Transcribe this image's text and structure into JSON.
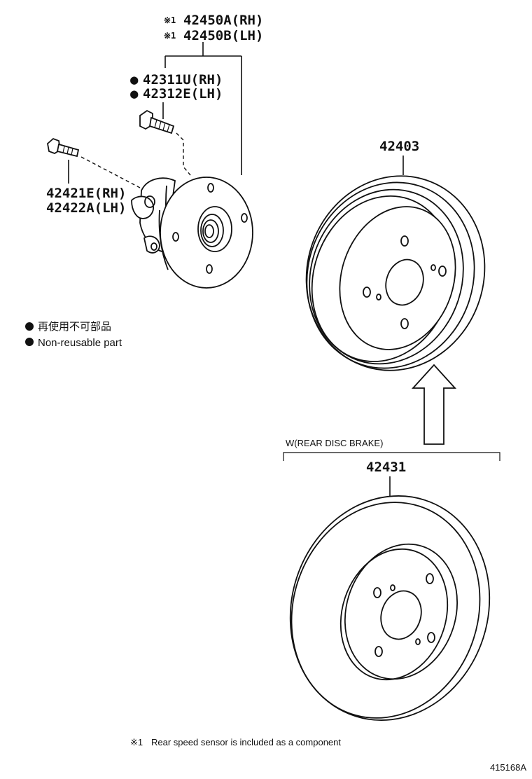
{
  "callouts": {
    "sensor_mark_1": "※1",
    "sensor_mark_2": "※1",
    "hub_rh": "42450A(RH)",
    "hub_lh": "42450B(LH)",
    "bolt_mark_1": "●",
    "bolt_mark_2": "●",
    "bolt_rh": "42311U(RH)",
    "bolt_lh": "42312E(LH)",
    "hubbolt_rh": "42421E(RH)",
    "hubbolt_lh": "42422A(LH)",
    "drum": "42403",
    "rotor": "42431"
  },
  "variant_label": "W(REAR DISC BRAKE)",
  "legend": {
    "jp": "再使用不可部品",
    "en": "Non-reusable part"
  },
  "footnote": {
    "mark": "※1",
    "text": "Rear speed sensor is included as a component"
  },
  "drawing_number": "415168A"
}
